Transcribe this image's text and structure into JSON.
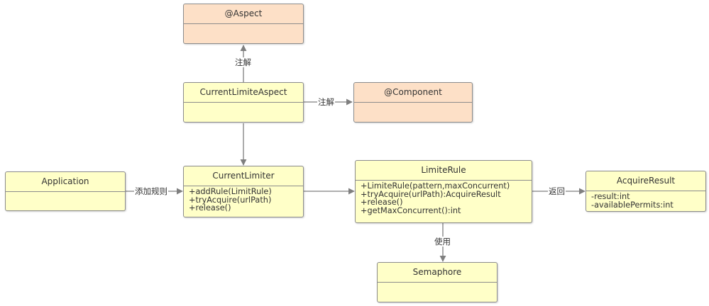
{
  "classes": {
    "aspect_annotation": {
      "name": "@Aspect",
      "members": []
    },
    "current_limite_aspect": {
      "name": "CurrentLimiteAspect",
      "members": []
    },
    "component_annotation": {
      "name": "@Component",
      "members": []
    },
    "application": {
      "name": "Application",
      "members": []
    },
    "current_limiter": {
      "name": "CurrentLimiter",
      "members": [
        "+addRule(LimitRule)",
        "+tryAcquire(urlPath)",
        "+release()"
      ]
    },
    "limite_rule": {
      "name": "LimiteRule",
      "members": [
        "+LimiteRule(pattern,maxConcurrent)",
        "+tryAcquire(urlPath):AcquireResult",
        "+release()",
        "+getMaxConcurrent():int"
      ]
    },
    "acquire_result": {
      "name": "AcquireResult",
      "members": [
        "-result:int",
        "-availablePermits:int"
      ]
    },
    "semaphore": {
      "name": "Semaphore",
      "members": []
    }
  },
  "relations": [
    {
      "from": "CurrentLimiteAspect",
      "to": "@Aspect",
      "label": "注解"
    },
    {
      "from": "CurrentLimiteAspect",
      "to": "@Component",
      "label": "注解"
    },
    {
      "from": "CurrentLimiteAspect",
      "to": "CurrentLimiter",
      "label": ""
    },
    {
      "from": "Application",
      "to": "CurrentLimiter",
      "label": "添加规则"
    },
    {
      "from": "CurrentLimiter",
      "to": "LimiteRule",
      "label": ""
    },
    {
      "from": "LimiteRule",
      "to": "AcquireResult",
      "label": "返回"
    },
    {
      "from": "LimiteRule",
      "to": "Semaphore",
      "label": "使用"
    }
  ],
  "colors": {
    "class_fill": "#ffffc8",
    "annotation_fill": "#fde0c7",
    "border": "#8c8c8c",
    "connector": "#7f7f7f"
  }
}
